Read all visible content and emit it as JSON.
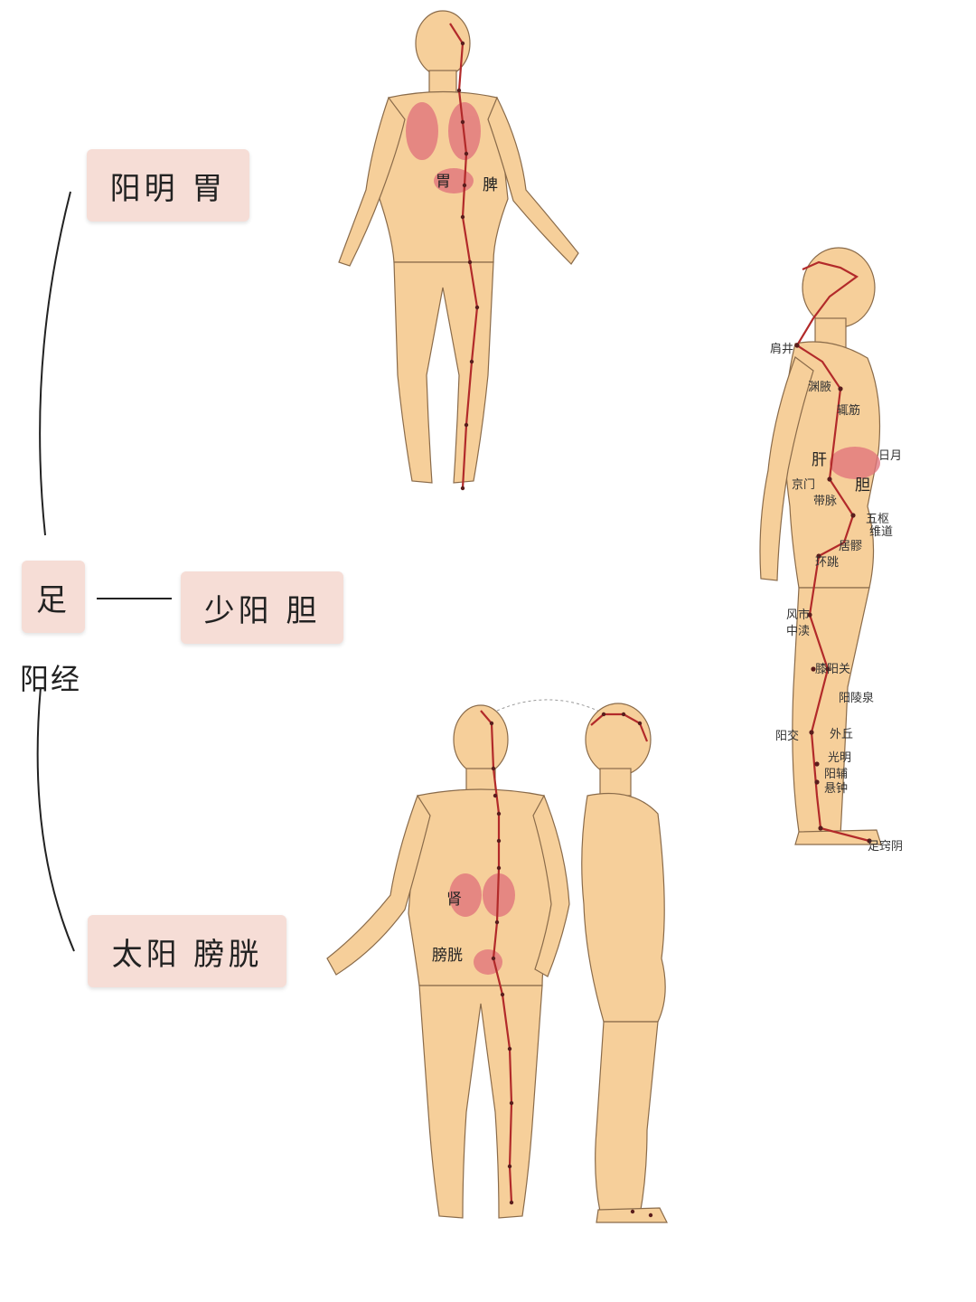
{
  "tree": {
    "root_label": "足",
    "root_sub": "阳经",
    "branches": [
      {
        "label": "阳明  胃"
      },
      {
        "label": "少阳  胆"
      },
      {
        "label": "太阳  膀胱"
      }
    ]
  },
  "figures": {
    "stomach": {
      "organs": [
        "胃",
        "脾"
      ]
    },
    "gallbladder": {
      "organs": [
        "肝",
        "胆"
      ],
      "points": [
        "肩井",
        "渊腋",
        "辄筋",
        "日月",
        "京门",
        "带脉",
        "五枢",
        "维道",
        "居髎",
        "环跳",
        "风市",
        "中渎",
        "膝阳关",
        "阳陵泉",
        "阳交",
        "外丘",
        "光明",
        "阳辅",
        "悬钟",
        "足窍阴"
      ]
    },
    "bladder": {
      "organs": [
        "肾",
        "膀胱"
      ]
    }
  },
  "colors": {
    "pill": "#f6ddd6",
    "skin": "#f6cf9a",
    "skin_outline": "#8a6b4a",
    "meridian": "#b22a2a",
    "organ": "#e0707a"
  }
}
